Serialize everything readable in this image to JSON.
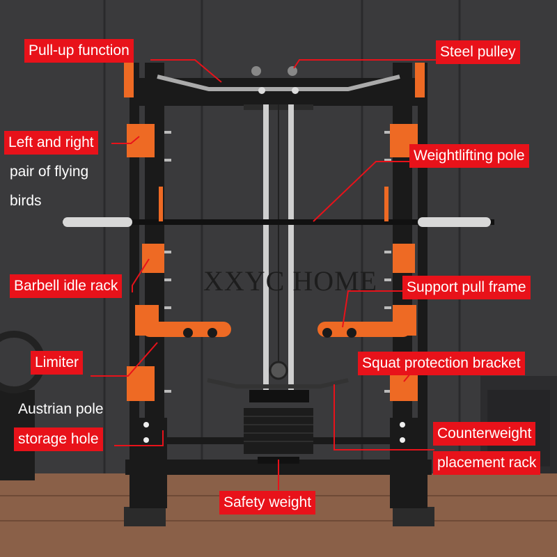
{
  "watermark": "XXYC HOME",
  "colors": {
    "callout_bg": "#e8121a",
    "accent_orange": "#ee6a24",
    "frame_black": "#1a1a1a",
    "wall": "#3a3a3c",
    "floor": "#8a6048"
  },
  "labels": {
    "pull_up": "Pull-up function",
    "steel_pulley": "Steel pulley",
    "flying_birds_1": "Left and right",
    "flying_birds_2": "pair of flying",
    "flying_birds_3": "birds",
    "weightlifting_pole": "Weightlifting pole",
    "barbell_idle_rack": "Barbell idle rack",
    "support_pull_frame": "Support pull frame",
    "limiter": "Limiter",
    "squat_protection": "Squat protection bracket",
    "austrian_pole_1": "Austrian pole",
    "austrian_pole_2": "storage hole",
    "counterweight_1": "Counterweight",
    "counterweight_2": "placement rack",
    "safety_weight": "Safety weight"
  }
}
